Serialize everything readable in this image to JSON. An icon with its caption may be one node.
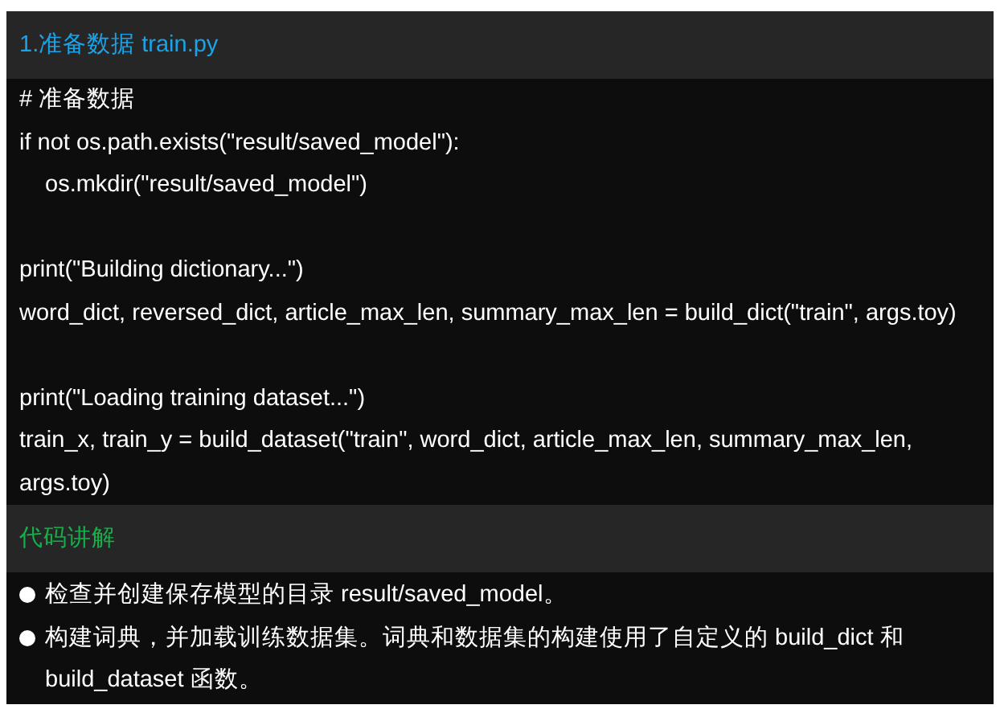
{
  "diagram": {
    "title": "1.准备数据 train.py",
    "labels": [
      "# 准备数据",
      "if not os.path.exists(\"result/saved_model\"):",
      "os.mkdir(\"result/saved_model\")",
      "print(\"Building dictionary...\")",
      "word_dict, reversed_dict, article_max_len, summary_max_len = build_dict(\"train\", args.toy)",
      "print(\"Loading training dataset...\")",
      "train_x, train_y = build_dataset(\"train\", word_dict, article_max_len, summary_max_len, args.toy)",
      "代码讲解",
      "检查并创建保存模型的目录 result/saved_model。",
      "构建词典，并加载训练数据集。词典和数据集的构建使用了自定义的 build_dict 和 build_dataset 函数。"
    ]
  }
}
